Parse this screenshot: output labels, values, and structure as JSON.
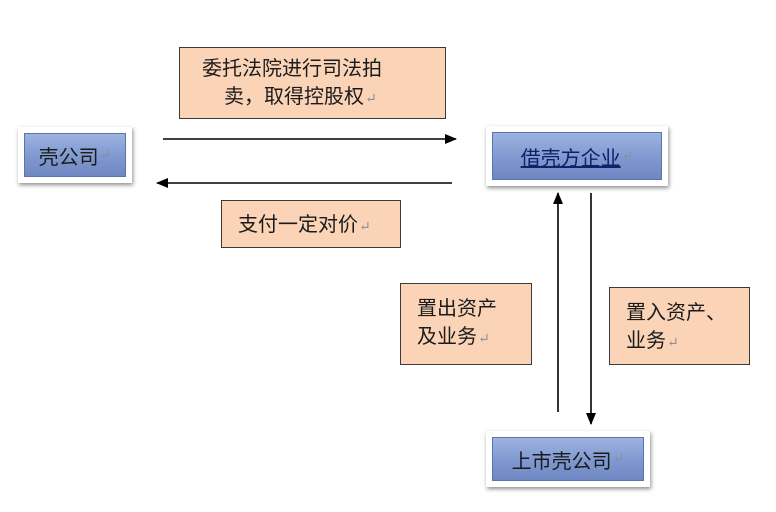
{
  "nodes": {
    "shell_company": "壳公司",
    "borrowing_enterprise": "借壳方企业",
    "listed_shell": "上市壳公司"
  },
  "labels": {
    "auction": [
      "委托法院进行司法拍",
      "卖，取得控股权"
    ],
    "payment": "支付一定对价",
    "asset_out": [
      "置出资产",
      "及业务"
    ],
    "asset_in": [
      "置入资产、",
      "业务"
    ]
  },
  "return_mark": "↵",
  "colors": {
    "node_fill": "#7f98cf",
    "label_fill": "#fbd4b8",
    "arrow": "#000000"
  }
}
